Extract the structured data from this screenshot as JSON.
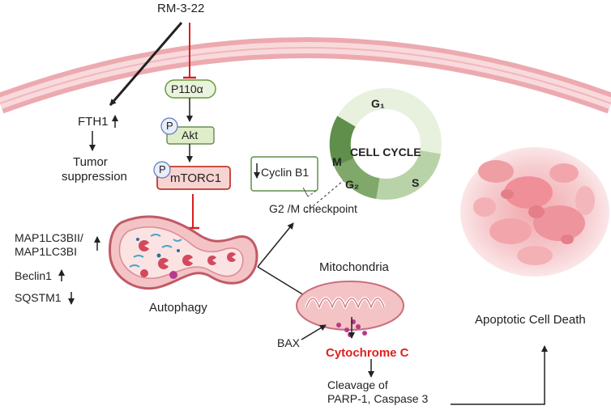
{
  "drug": "RM-3-22",
  "pathway": {
    "p110": "P110α",
    "phospho": "P",
    "akt": "Akt",
    "mtorc1": "mTORC1"
  },
  "fth1": {
    "label": "FTH1",
    "outcome_line1": "Tumor",
    "outcome_line2": "suppression"
  },
  "markers": {
    "lc3_line1": "MAP1LC3BII/",
    "lc3_line2": "MAP1LC3BI",
    "beclin": "Beclin1",
    "sqstm": "SQSTM1"
  },
  "autophagy_label": "Autophagy",
  "cell_cycle": {
    "title": "CELL CYCLE",
    "g1": "G₁",
    "s": "S",
    "g2": "G₂",
    "m": "M",
    "cyclin": "Cyclin B1",
    "checkpoint": "G2 /M checkpoint"
  },
  "mitochondria": {
    "label": "Mitochondria",
    "bax": "BAX",
    "cytochrome": "Cytochrome C",
    "cleavage_line1": "Cleavage of",
    "cleavage_line2": "PARP-1, Caspase 3"
  },
  "apoptosis_label": "Apoptotic Cell Death",
  "colors": {
    "membrane": "#f2b8bd",
    "akt_green": "#dfeec8",
    "mtor_fill": "#f4c2c2",
    "inhibit_red": "#d62020",
    "cytochrome_red": "#e02020",
    "cycle_light": "#e7f1de",
    "cycle_dark": "#5f8f4a"
  }
}
